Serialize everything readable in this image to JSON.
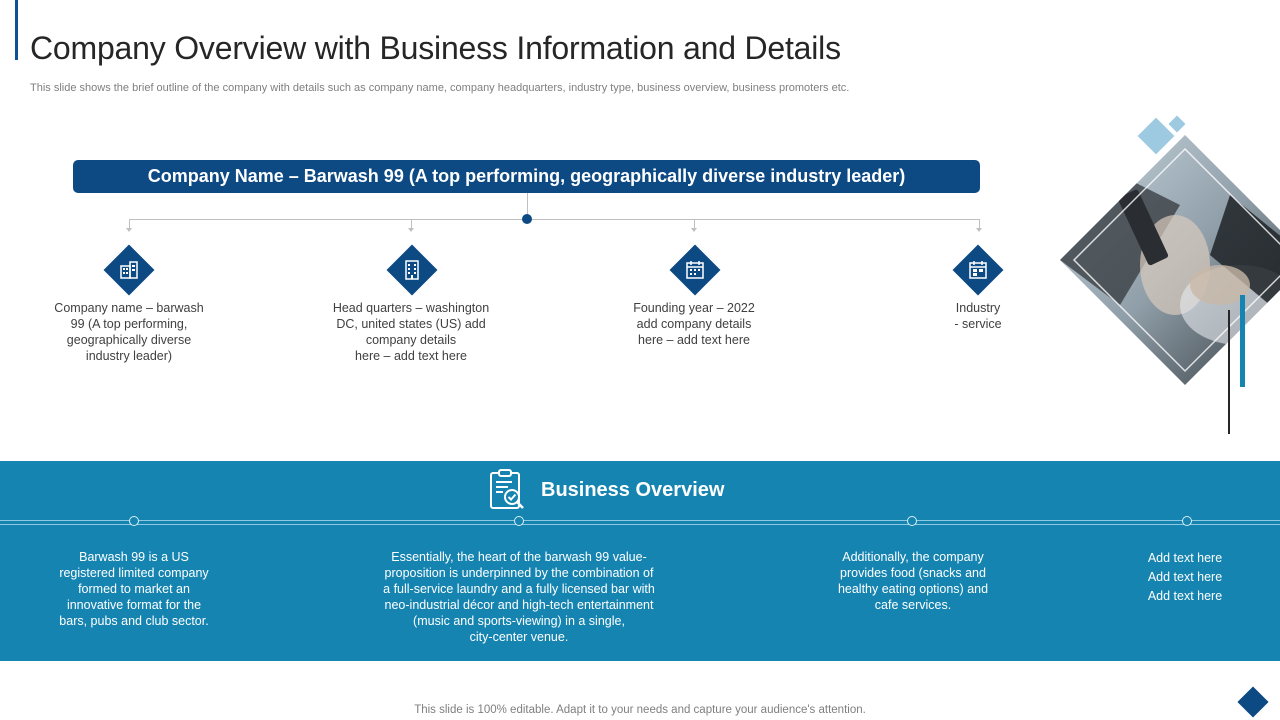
{
  "header": {
    "title": "Company Overview with Business Information and Details",
    "subtitle": "This slide shows the brief outline of the company with details such as company name, company headquarters, industry type,  business overview, business promoters etc."
  },
  "company_banner": "Company Name – Barwash 99 (A top performing, geographically diverse industry leader)",
  "info_items": [
    {
      "icon": "office-building-icon",
      "text": "Company name – barwash\n99 (A top performing,\ngeographically diverse\nindustry leader)"
    },
    {
      "icon": "headquarters-building-icon",
      "text": "Head quarters – washington\nDC, united states (US) add\ncompany details\nhere – add text here"
    },
    {
      "icon": "calendar-icon",
      "text": "Founding year – 2022\nadd company details\nhere – add text here"
    },
    {
      "icon": "industry-calendar-icon",
      "text": "Industry\n- service"
    }
  ],
  "overview": {
    "heading": "Business Overview",
    "icon": "clipboard-check-icon",
    "columns": [
      "Barwash 99 is a US\nregistered limited company\nformed to market an\ninnovative  format for the\nbars, pubs and club sector.",
      "Essentially, the heart of the barwash  99 value-\nproposition is underpinned  by the combination of\na full-service  laundry and a fully licensed bar with\nneo-industrial décor and high-tech entertainment\n(music and sports-viewing)  in a single,\ncity-center venue.",
      "Additionally, the company\nprovides food (snacks and\nhealthy eating options) and\ncafe services."
    ],
    "list": [
      "Add text here",
      "Add text here",
      "Add text here"
    ]
  },
  "footer": "This slide is 100% editable. Adapt it to your needs and capture your audience's attention.",
  "colors": {
    "navy": "#0d4a84",
    "teal": "#1584b1",
    "light_blue": "#9ecae1"
  }
}
